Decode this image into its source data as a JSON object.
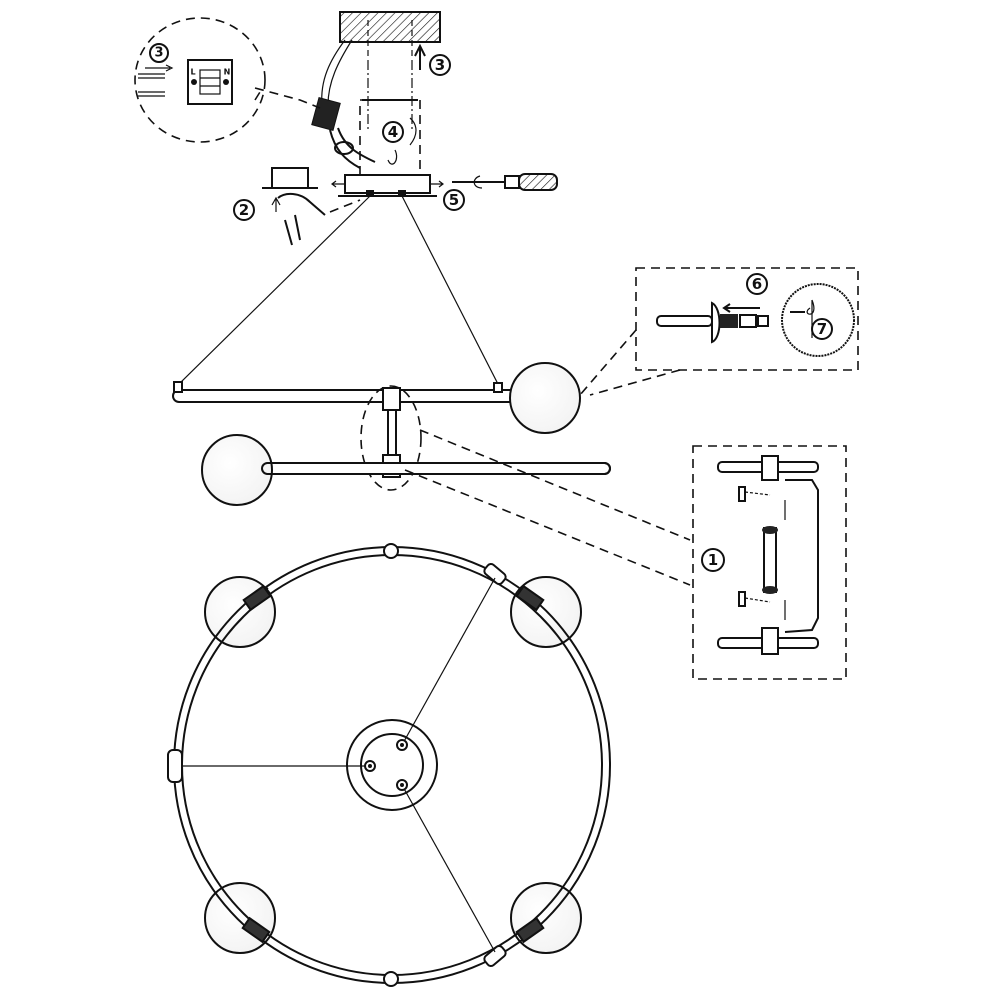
{
  "steps": {
    "step1": "1",
    "step2": "2",
    "step3_ceiling": "3",
    "step3_terminal": "3",
    "step4": "4",
    "step5": "5",
    "step6": "6",
    "step7": "7"
  },
  "terminal_block": {
    "live": "L",
    "neutral": "N"
  }
}
